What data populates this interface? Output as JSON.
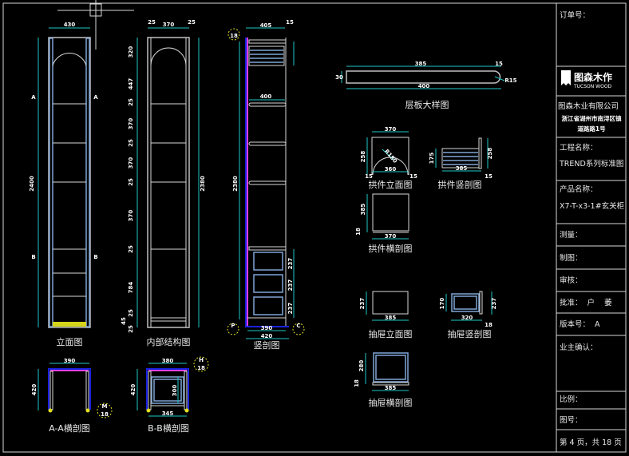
{
  "title_block": {
    "order_no": "订单号：",
    "logo_cn": "图森木作",
    "logo_en": "TUCSON WOOD",
    "company": "图森木业有限公司",
    "address_1": "浙江省湖州市南浔区镇",
    "address_2": "道路路1号",
    "project_label": "工程名称：",
    "project_value": "TREND系列标准图",
    "product_label": "产品名称：",
    "product_value": "X7-T-x3-1#玄关柜",
    "survey": "测量：",
    "drafting": "制图：",
    "review": "审核：",
    "approve": "批准：  户    萎",
    "version": "版本号：  A",
    "owner_confirm": "业主确认：",
    "scale": "比例：",
    "drawing_no": "图号：",
    "page": "第 4 页，共 18 页"
  },
  "views": {
    "elevation": "立面图",
    "internal": "内部结构图",
    "section": "竖剖图",
    "shelf_detail": "层板大样图",
    "arch_elev": "拱件立面图",
    "arch_section": "拱件竖剖图",
    "arch_cross": "拱件横剖图",
    "drawer_elev": "抽屉立面图",
    "drawer_section": "抽屉竖剖图",
    "drawer_cross": "抽屉横剖图",
    "aa": "A-A横剖图",
    "bb": "B-B横剖图"
  },
  "dims": {
    "elev_w": "430",
    "elev_h": "2400",
    "sec_a": "A",
    "sec_b": "B",
    "int_l": "25",
    "int_w": "370",
    "int_r": "25",
    "int_h": "2380",
    "int_v": [
      "320",
      "447",
      "25",
      "370",
      "25",
      "370",
      "25",
      "370",
      "25",
      "784",
      "25",
      "45",
      "25"
    ],
    "sec_top": "405",
    "sec_15": "15",
    "sec_400": "400",
    "sec_h": "2380",
    "sec_dr": "237",
    "sec_bot1": "390",
    "sec_bot2": "420",
    "sec_18": "18",
    "sec_p": "P",
    "sec_c": "C",
    "shelf_top": "385",
    "shelf_15": "15",
    "shelf_h": "30",
    "shelf_w": "400",
    "shelf_r": "R15",
    "arch_w": "370",
    "arch_h": "258",
    "arch_r": "R180",
    "arch_b": "360",
    "arch_s1": "15",
    "arch_s2": "15",
    "archs_h": "258",
    "archs_h2": "175",
    "archs_w": "385",
    "archs_15": "15",
    "archc_h": "385",
    "archc_18": "18",
    "archc_w": "370",
    "dre_h": "237",
    "dre_w": "385",
    "drs_h": "170",
    "drs_h2": "237",
    "drs_w": "320",
    "drs_18": "18",
    "drc_h": "280",
    "drc_18": "18",
    "drc_w": "385",
    "aa_w": "390",
    "aa_h": "420",
    "aa_m": "M",
    "aa_18": "18",
    "bb_w": "380",
    "bb_h": "420",
    "bb_in": "300",
    "bb_b": "345",
    "bb_h2": "H",
    "bb_18": "18"
  }
}
